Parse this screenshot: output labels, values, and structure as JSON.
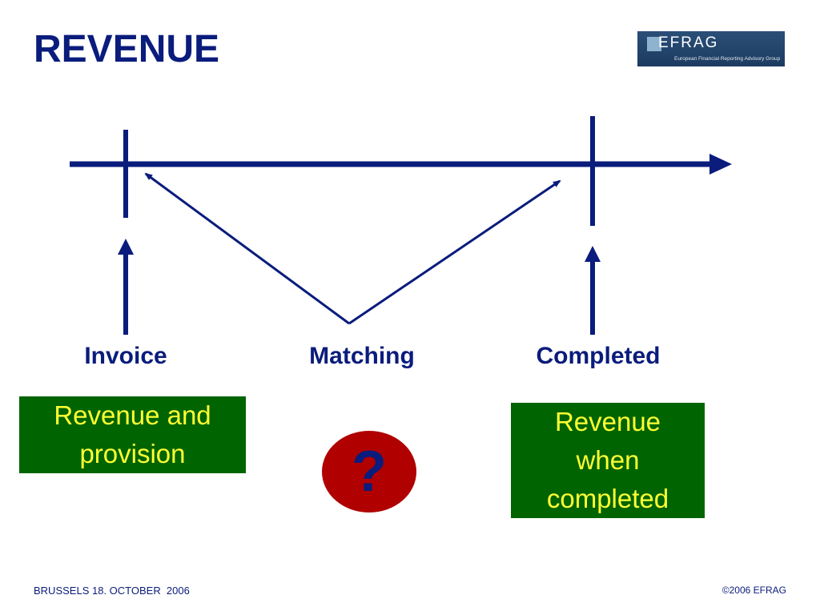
{
  "slide": {
    "title": "REVENUE",
    "logo": {
      "name": "EFRAG",
      "subtitle": "European Financial Reporting Advisory Group"
    }
  },
  "diagram": {
    "stages": {
      "invoice": "Invoice",
      "matching": "Matching",
      "completed": "Completed"
    },
    "boxes": {
      "left": "Revenue and\nprovision",
      "right": "Revenue\nwhen\ncompleted"
    },
    "question_mark": "?"
  },
  "footer": {
    "left": "BRUSSELS 18. OCTOBER  2006",
    "right": "©2006 EFRAG"
  },
  "colors": {
    "navy": "#0a1c7c",
    "box_green": "#006400",
    "box_text": "#ffff33",
    "question_red": "#b00000"
  }
}
